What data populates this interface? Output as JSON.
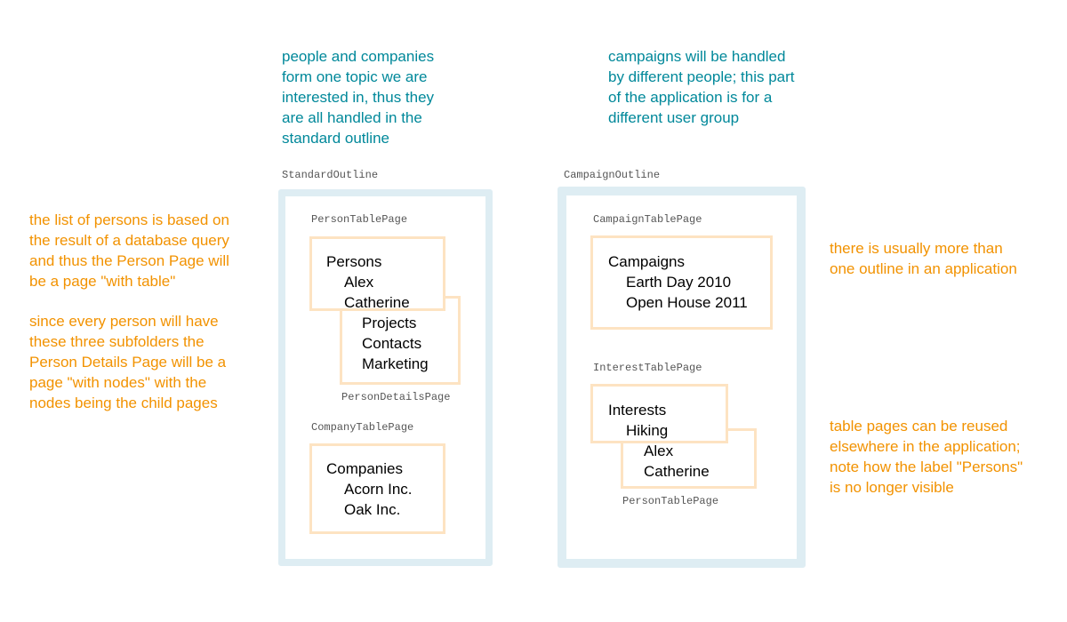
{
  "notes": {
    "standard_outline_note": "people and companies\nform one topic we are\ninterested in, thus they\nare all handled in the\nstandard outline",
    "campaign_outline_note": "campaigns will be handled\nby different people; this part\nof the application is for a\ndifferent user group",
    "person_table_note": "the list of persons is based on\nthe result of a database query\nand thus the Person Page will\nbe a page \"with table\"",
    "person_details_note": "since every person will have\nthese three subfolders the\nPerson Details Page will be a\npage \"with nodes\" with the\nnodes being the child pages",
    "multiple_outlines_note": "there is usually more than\none outline in an application",
    "reuse_note": "table pages can be reused\nelsewhere in the application;\nnote how the label \"Persons\"\nis no longer visible"
  },
  "standard_outline": {
    "label": "StandardOutline",
    "person_table_page": {
      "label": "PersonTablePage",
      "items": [
        "Persons",
        "Alex",
        "Catherine"
      ]
    },
    "person_details_page": {
      "label": "PersonDetailsPage",
      "items": [
        "Projects",
        "Contacts",
        "Marketing"
      ]
    },
    "company_table_page": {
      "label": "CompanyTablePage",
      "items": [
        "Companies",
        "Acorn Inc.",
        "Oak Inc."
      ]
    }
  },
  "campaign_outline": {
    "label": "CampaignOutline",
    "campaign_table_page": {
      "label": "CampaignTablePage",
      "items": [
        "Campaigns",
        "Earth Day 2010",
        "Open House 2011"
      ]
    },
    "interest_table_page": {
      "label": "InterestTablePage",
      "items": [
        "Interests",
        "Hiking"
      ]
    },
    "person_table_page": {
      "label": "PersonTablePage",
      "items": [
        "Alex",
        "Catherine"
      ]
    }
  },
  "colors": {
    "teal_text": "#00889a",
    "orange_text": "#f29200",
    "outline_border": "#deedf3",
    "page_border": "#fde3c2"
  }
}
